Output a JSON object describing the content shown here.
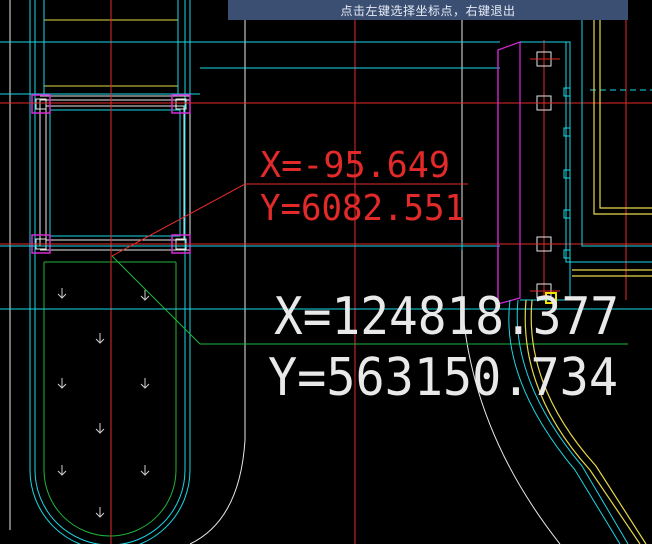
{
  "prompt": {
    "text": "点击左键选择坐标点，右键退出"
  },
  "labels": {
    "red_x": "X=-95.649",
    "red_y": "Y=6082.551",
    "white_x": "X=124818.377",
    "white_y": "Y=563150.734"
  },
  "colors": {
    "background": "#000000",
    "cyan": "#19d7e6",
    "red": "#e22a2a",
    "white": "#e9e9e9",
    "magenta": "#d62ad6",
    "yellow": "#e5d84a",
    "green": "#20b43a",
    "prompt_bg": "#3b4f73"
  }
}
